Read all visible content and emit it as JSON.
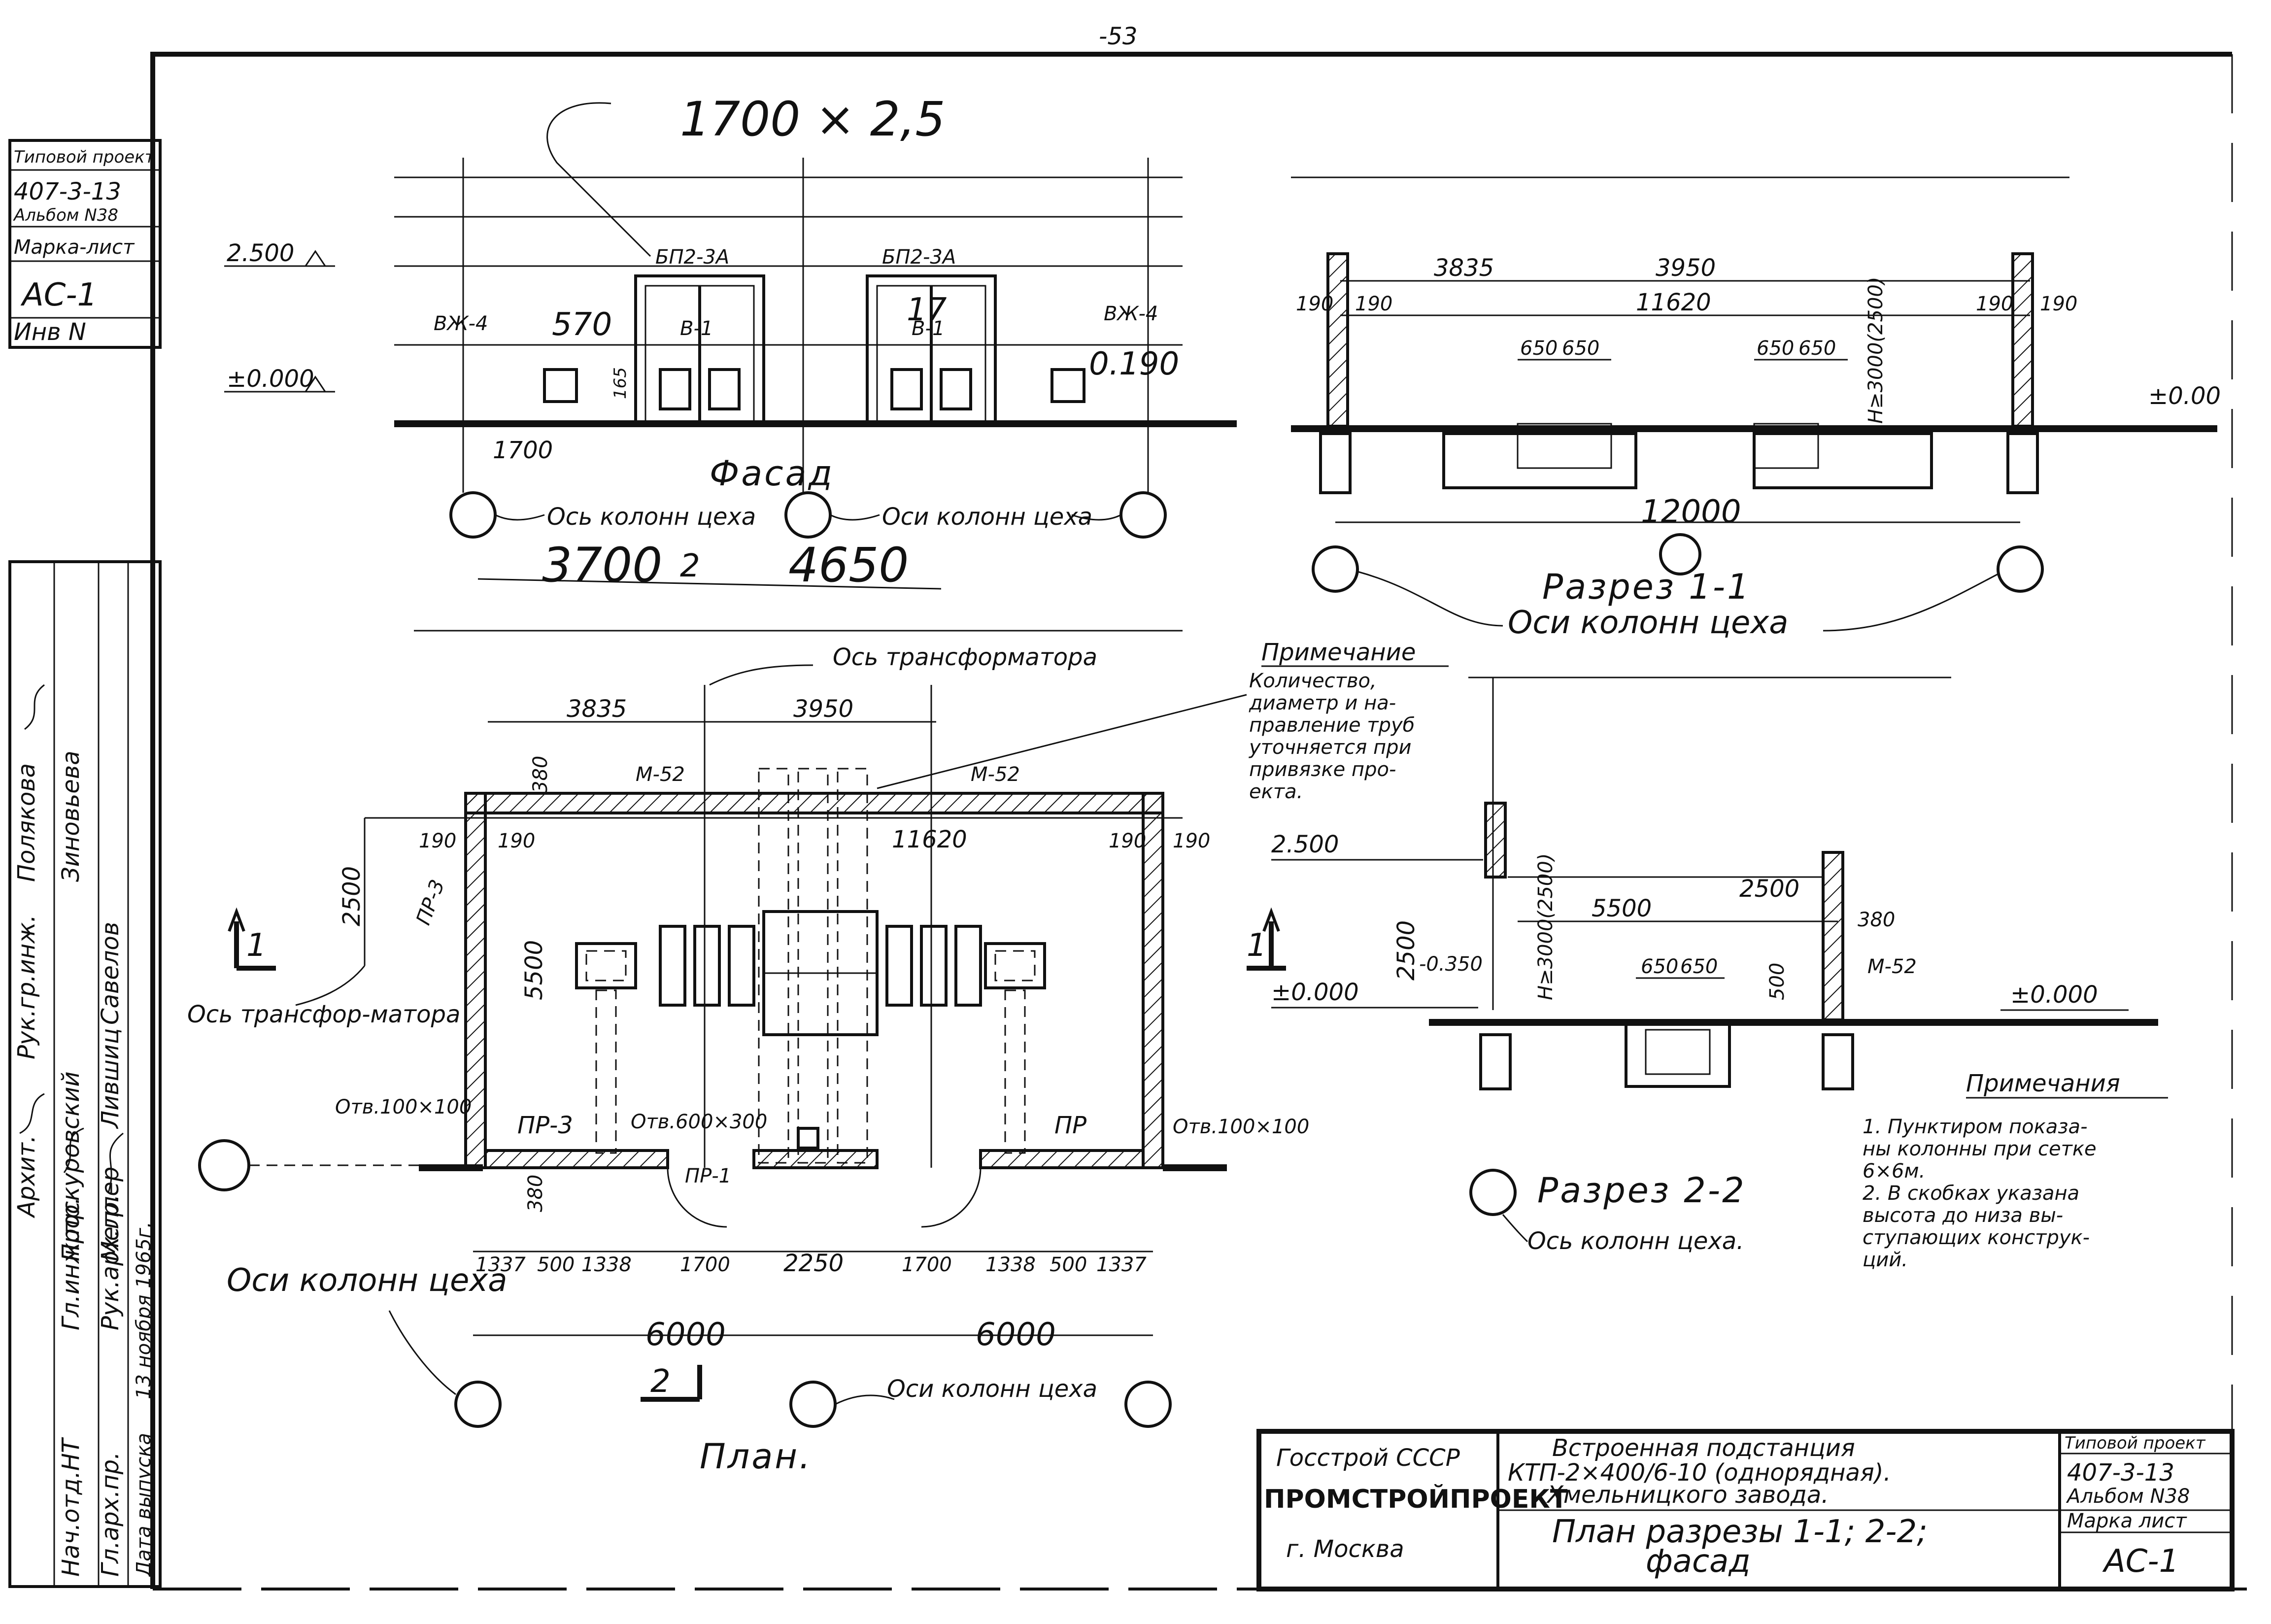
{
  "sheet": {
    "page_number": "-53",
    "top_note": "1700 × 2,5"
  },
  "side_stamp": {
    "project_label": "Типовой проект",
    "project_number": "407-3-13",
    "album": "Альбом N38",
    "mark_label": "Марка-лист",
    "mark": "АС-1",
    "inv_label": "Инв N",
    "staff": [
      {
        "role": "Рук.гр.инж.",
        "name": "Полякова"
      },
      {
        "role": "Архит.",
        "name": "Зиновьева"
      },
      {
        "role": "Нач.отд.НТ",
        "name": "Проскуровский"
      },
      {
        "role": "Гл.инж.пр.",
        "name": "Меллер"
      },
      {
        "role": "Гл.арх.пр.",
        "name": "Лившиц"
      },
      {
        "role": "Рук.арх.гр.",
        "name": "Савелов"
      },
      {
        "role": "Дата выпуска",
        "name": "13 ноября 1965г."
      }
    ]
  },
  "facade": {
    "title": "Фасад",
    "dims": {
      "d1700": "1700",
      "d3700": "3700",
      "d2": "2",
      "d4650": "4650",
      "d570": "570",
      "d165": "165"
    },
    "levels": {
      "top": "2.500",
      "zero": "±0.000"
    },
    "labels": {
      "bzh4_left": "ВЖ-4",
      "bzh4_right": "ВЖ-4",
      "bp_left": "БП2-3А",
      "bp_right": "БП2-3А",
      "v1_left": "В-1",
      "v1_right": "В-1",
      "d0190": "0.190",
      "d17": "17"
    },
    "axis_note_left": "Ось колонн цеха",
    "axis_note_right": "Оси колонн цеха"
  },
  "section11": {
    "title": "Разрез 1-1",
    "axis_note": "Оси колонн цеха",
    "dims": {
      "d3835": "3835",
      "d3950": "3950",
      "d11620": "11620",
      "d12000": "12000",
      "d190a": "190",
      "d190b": "190",
      "d190c": "190",
      "d190d": "190",
      "d650a": "650",
      "d650b": "650",
      "d650c": "650",
      "d650d": "650",
      "h3000": "Н≥3000(2500)"
    },
    "level_zero": "±0.00"
  },
  "plan": {
    "title": "План.",
    "transformer_axis_top": "Ось трансформатора",
    "transformer_axis_left": "Ось трансфор-матора",
    "axes_note_left": "Оси колонн цеха",
    "axes_note_bottom": "Оси колонн цеха",
    "dims_top": [
      "3835",
      "3950"
    ],
    "dims_row2": [
      "190",
      "190",
      "11620",
      "190",
      "190"
    ],
    "dims_left": [
      "380",
      "2500",
      "5500",
      "380"
    ],
    "dims_bottom": [
      "1337",
      "500",
      "1338",
      "1700",
      "2250",
      "1700",
      "1338",
      "500",
      "1337"
    ],
    "dims_total": [
      "6000",
      "6000"
    ],
    "marks": {
      "m52a": "М-52",
      "m52b": "М-52",
      "pr3a": "ПР-3",
      "pr3b": "ПР-3",
      "pr1": "ПР-1",
      "pr": "ПР",
      "hole_left": "Отв.100×100",
      "hole_right": "Отв.100×100",
      "hole_mid": "Отв.600×300",
      "cut1_left": "1",
      "cut1_right": "1",
      "cut2": "2"
    }
  },
  "note_top": {
    "title": "Примечание",
    "text": [
      "Количество,",
      "диаметр и на-",
      "правление труб",
      "уточняется при",
      "привязке про-",
      "екта."
    ]
  },
  "section22": {
    "title": "Разрез 2-2",
    "axis_note": "Ось колонн цеха.",
    "dims": {
      "d5500": "5500",
      "d2500": "2500",
      "d380": "380",
      "d2500v": "2500",
      "h3000": "Н≥3000(2500)",
      "d650a": "650",
      "d650b": "650",
      "d500": "500",
      "m52": "М-52",
      "lvl_neg": "-0.350"
    },
    "levels": {
      "top": "2.500",
      "zero_left": "±0.000",
      "zero_right": "±0.000"
    }
  },
  "notes": {
    "title": "Примечания",
    "items": [
      "1. Пунктиром показа-",
      "ны колонны при сетке",
      "6×6м.",
      "2. В скобках указана",
      "высота до низа вы-",
      "ступающих конструк-",
      "ций."
    ]
  },
  "title_block": {
    "org1": "Госстрой СССР",
    "org2": "ПРОМСТРОЙПРОЕКТ",
    "city": "г. Москва",
    "desc": [
      "Встроенная подстанция",
      "КТП-2×400/6-10 (однорядная).",
      "Хмельницкого завода."
    ],
    "sheet_title": [
      "План разрезы 1-1; 2-2;",
      "фасад"
    ],
    "project_label": "Типовой проект",
    "project_number": "407-3-13",
    "album": "Альбом N38",
    "mark_label": "Марка лист",
    "mark": "АС-1"
  }
}
